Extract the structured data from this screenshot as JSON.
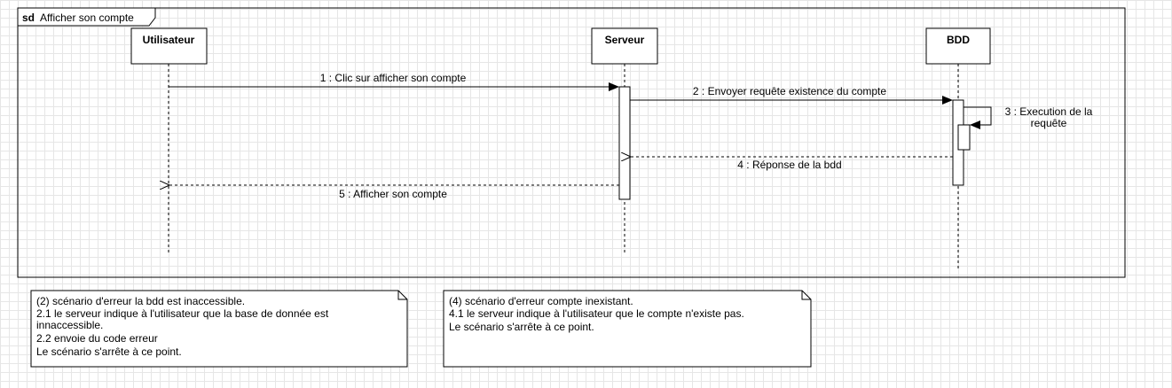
{
  "frame": {
    "keyword": "sd",
    "title": "Afficher son compte"
  },
  "lifelines": [
    {
      "id": "utilisateur",
      "label": "Utilisateur"
    },
    {
      "id": "serveur",
      "label": "Serveur"
    },
    {
      "id": "bdd",
      "label": "BDD"
    }
  ],
  "messages": [
    {
      "label": "1 : Clic sur afficher son compte",
      "kind": "sync"
    },
    {
      "label": "2 : Envoyer requête existence du compte",
      "kind": "sync"
    },
    {
      "label_line1": "3 : Execution de la",
      "label_line2": "requête",
      "kind": "self"
    },
    {
      "label": "4 : Réponse de la bdd",
      "kind": "reply"
    },
    {
      "label": "5 : Afficher son compte",
      "kind": "reply"
    }
  ],
  "notes": [
    {
      "lines": [
        "(2) scénario d'erreur la bdd est inaccessible.",
        "2.1 le serveur indique à l'utilisateur que la base de donnée est",
        "innaccessible.",
        "2.2 envoie du code erreur",
        "Le scénario s'arrête à ce point."
      ]
    },
    {
      "lines": [
        "(4) scénario d'erreur compte inexistant.",
        "4.1 le serveur indique à l'utilisateur que le compte n'existe pas.",
        "Le scénario s'arrête à ce point."
      ]
    }
  ],
  "colors": {
    "stroke": "#000000",
    "fill": "#ffffff",
    "grid": "#e6e6e6"
  }
}
